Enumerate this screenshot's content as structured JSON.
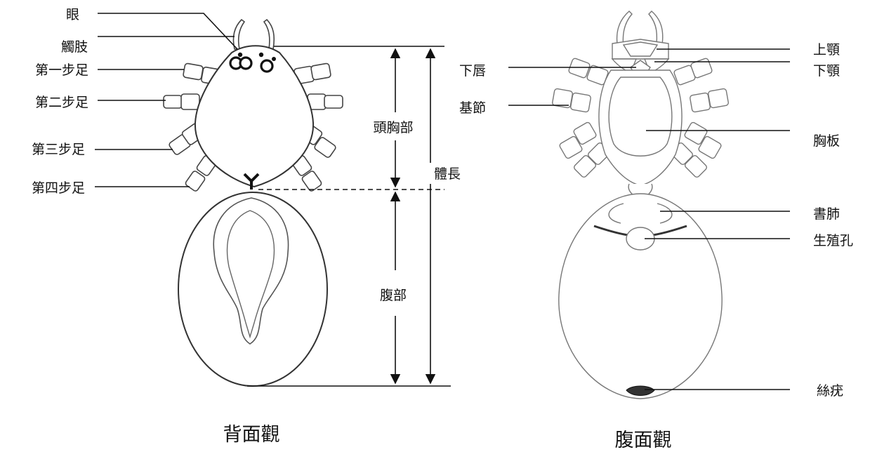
{
  "dorsal": {
    "caption": "背面觀",
    "labels": {
      "eye": "眼",
      "pedipalp": "觸肢",
      "leg1": "第一步足",
      "leg2": "第二步足",
      "leg3": "第三步足",
      "leg4": "第四步足",
      "cephalothorax": "頭胸部",
      "body_length": "體長",
      "abdomen": "腹部"
    }
  },
  "ventral": {
    "caption": "腹面觀",
    "labels": {
      "chelicera": "上顎",
      "labium": "下唇",
      "maxilla": "下顎",
      "coxa": "基節",
      "sternum": "胸板",
      "book_lung": "書肺",
      "genital_opening": "生殖孔",
      "spinnerets": "絲疣"
    }
  }
}
